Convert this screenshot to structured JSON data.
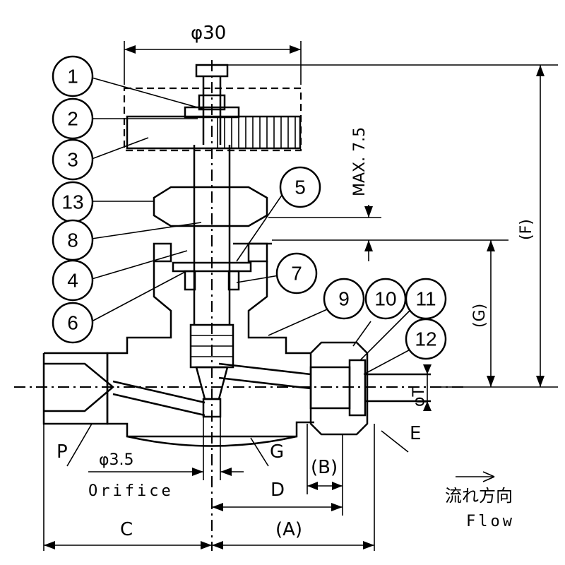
{
  "callouts": [
    "1",
    "2",
    "3",
    "13",
    "8",
    "4",
    "6",
    "5",
    "7",
    "9",
    "10",
    "11",
    "12"
  ],
  "dimensions": {
    "top_diameter": "φ30",
    "max_stroke": "MAX. 7.5",
    "F": "(F)",
    "G": "(G)",
    "phi_T": "φT",
    "E": "E",
    "P": "P",
    "G_mark": "G",
    "B": "(B)",
    "D": "D",
    "A": "(A)",
    "C": "C"
  },
  "orifice": {
    "diameter": "φ3.5",
    "label": "Orifice"
  },
  "flow": {
    "japanese": "流れ方向",
    "english": "Flow"
  }
}
